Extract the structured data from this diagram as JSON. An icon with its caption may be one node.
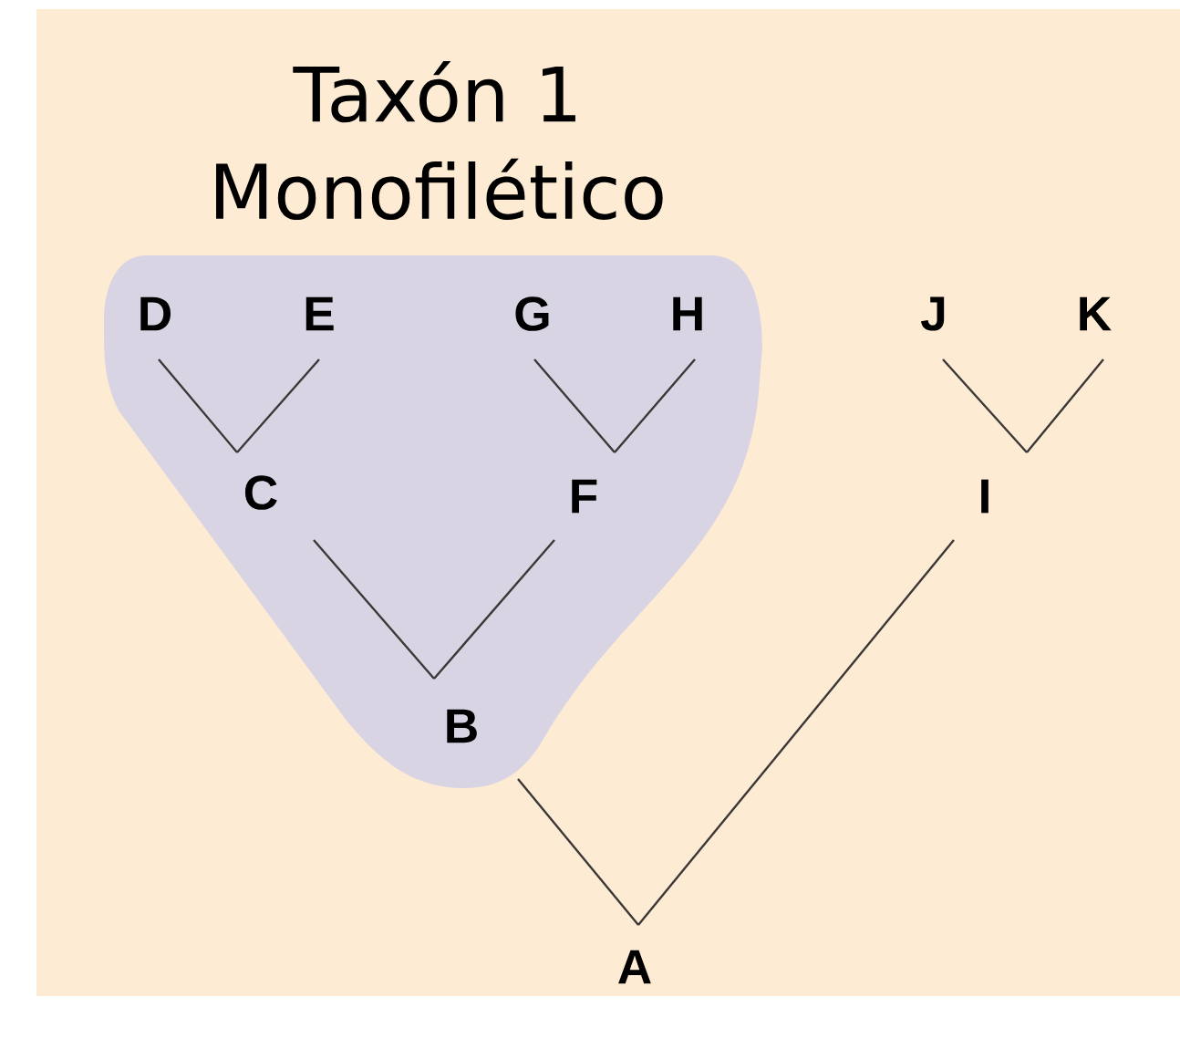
{
  "diagram": {
    "nodes": [
      {
        "text": [
          "Taxón 1 Monofilético"
        ]
      },
      {
        "text": [
          "D"
        ],
        "in": 0
      },
      {
        "text": [
          "E"
        ],
        "in": 0
      },
      {
        "text": [
          "G"
        ],
        "in": 0
      },
      {
        "text": [
          "H"
        ],
        "in": 0
      },
      {
        "text": [
          "J"
        ]
      },
      {
        "text": [
          "K"
        ]
      },
      {
        "text": [
          "C"
        ],
        "in": 0
      },
      {
        "text": [
          "F"
        ],
        "in": 0
      },
      {
        "text": [
          "I"
        ]
      },
      {
        "text": [
          "B"
        ],
        "in": 0
      },
      {
        "text": [
          "A"
        ]
      }
    ],
    "edges": [
      {
        "from": 1,
        "to": 7,
        "arrow": "none"
      },
      {
        "from": 2,
        "to": 7,
        "arrow": "none"
      },
      {
        "from": 3,
        "to": 8,
        "arrow": "none"
      },
      {
        "from": 4,
        "to": 8,
        "arrow": "none"
      },
      {
        "from": 5,
        "to": 9,
        "arrow": "none"
      },
      {
        "from": 6,
        "to": 9,
        "arrow": "none"
      },
      {
        "from": 7,
        "to": 10,
        "arrow": "none"
      },
      {
        "from": 8,
        "to": 10,
        "arrow": "none"
      },
      {
        "from": 10,
        "to": 11,
        "arrow": "none"
      },
      {
        "from": 9,
        "to": 11,
        "arrow": "none"
      }
    ]
  }
}
